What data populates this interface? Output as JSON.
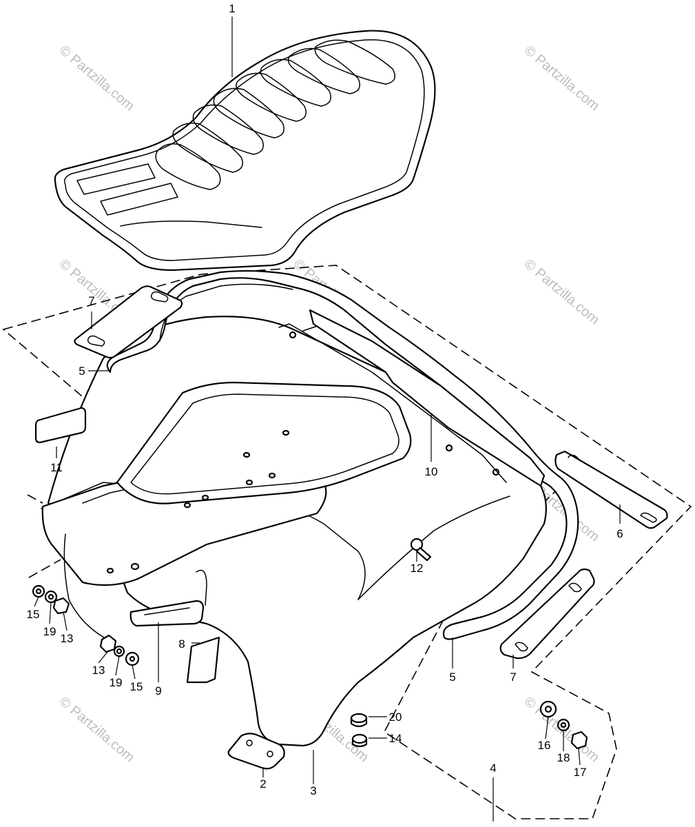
{
  "diagram": {
    "callouts": [
      {
        "id": "c1",
        "label": "1"
      },
      {
        "id": "c2",
        "label": "2"
      },
      {
        "id": "c3",
        "label": "3"
      },
      {
        "id": "c4",
        "label": "4"
      },
      {
        "id": "c5a",
        "label": "5"
      },
      {
        "id": "c5b",
        "label": "5"
      },
      {
        "id": "c6",
        "label": "6"
      },
      {
        "id": "c7a",
        "label": "7"
      },
      {
        "id": "c7b",
        "label": "7"
      },
      {
        "id": "c8",
        "label": "8"
      },
      {
        "id": "c9",
        "label": "9"
      },
      {
        "id": "c10",
        "label": "10"
      },
      {
        "id": "c11",
        "label": "11"
      },
      {
        "id": "c12",
        "label": "12"
      },
      {
        "id": "c13a",
        "label": "13"
      },
      {
        "id": "c13b",
        "label": "13"
      },
      {
        "id": "c14",
        "label": "14"
      },
      {
        "id": "c15a",
        "label": "15"
      },
      {
        "id": "c15b",
        "label": "15"
      },
      {
        "id": "c16",
        "label": "16"
      },
      {
        "id": "c17",
        "label": "17"
      },
      {
        "id": "c18",
        "label": "18"
      },
      {
        "id": "c19a",
        "label": "19"
      },
      {
        "id": "c19b",
        "label": "19"
      },
      {
        "id": "c20",
        "label": "20"
      }
    ],
    "watermark": "© Partzilla.com"
  }
}
